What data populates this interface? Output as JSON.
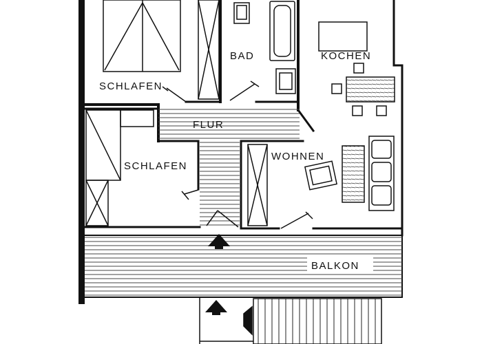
{
  "rooms": {
    "schlafen_top": "SCHLAFEN",
    "bad": "BAD",
    "kochen": "KOCHEN",
    "flur": "FLUR",
    "schlafen_left": "SCHLAFEN",
    "wohnen": "WOHNEN",
    "balkon": "BALKON"
  },
  "colors": {
    "ink": "#111111",
    "paper": "#ffffff",
    "hatch": "#444444"
  }
}
